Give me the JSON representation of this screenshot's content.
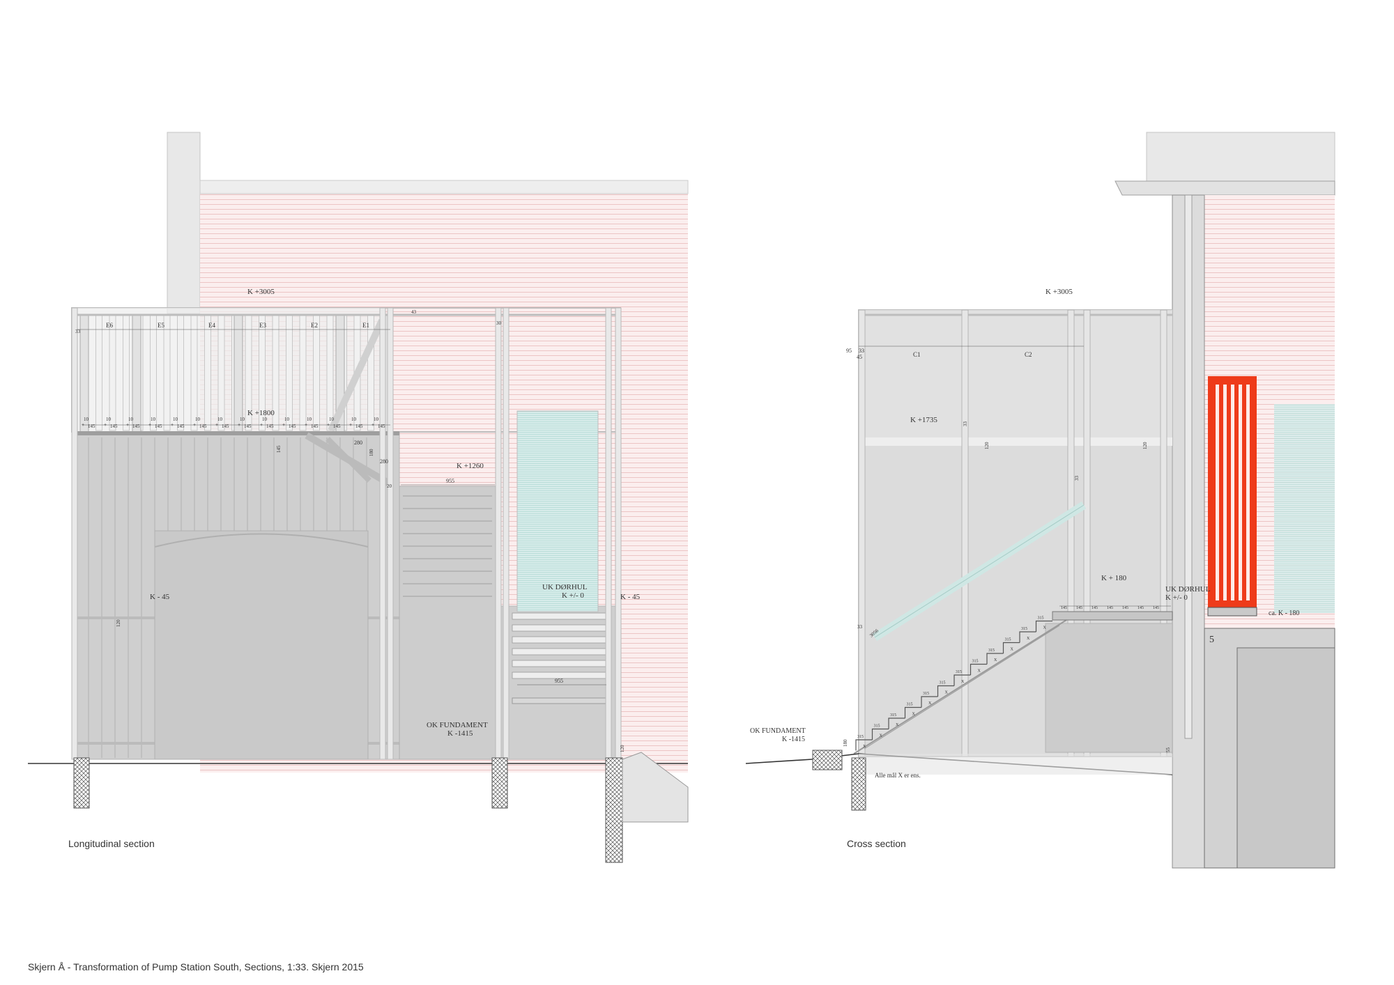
{
  "sheet_title": "Skjern Å - Transformation of Pump Station South, Sections, 1:33. Skjern 2015",
  "colors": {
    "paper": "#ffffff",
    "wall_fill": "#e6e6e6",
    "wall_stroke": "#bdbdbd",
    "lower_fill": "#cfcfcf",
    "mid_fill": "#dedede",
    "board_line": "#a9a9a9",
    "siding_bg": "#fbeeee",
    "siding_line": "#e6b2b2",
    "glass": "#d7ecea",
    "accent": "#ee3b1a",
    "ink": "#333333",
    "hatch": "#555555"
  },
  "longitudinal": {
    "caption": "Longitudinal section",
    "levels": {
      "top": "K +3005",
      "deck": "K +1800",
      "landing": "K +1260",
      "floor_left": "K - 45",
      "floor_right": "K - 45",
      "door": "UK DØRHUL",
      "door_level": "K +/- 0",
      "foundation": "OK FUNDAMENT",
      "foundation_level": "K -1415"
    },
    "bays": [
      "E6",
      "E5",
      "E4",
      "E3",
      "E2",
      "E1"
    ],
    "dims": {
      "gap": "10",
      "board": "145",
      "step_280a": "280",
      "step_280b": "280",
      "step_180": "180",
      "width_955a": "955",
      "width_955b": "955",
      "v120": "120",
      "v145": "145",
      "v20": "20",
      "v33": "33",
      "v30": "30",
      "v43": "43"
    }
  },
  "cross": {
    "caption": "Cross section",
    "levels": {
      "top": "K +3005",
      "mid": "K +1735",
      "landing": "K + 180",
      "door": "UK DØRHUL",
      "door_level": "K +/- 0",
      "terrain": "ca. K - 180",
      "foundation": "OK FUNDAMENT",
      "foundation_level": "K -1415"
    },
    "bays": [
      "C1",
      "C2"
    ],
    "dims": {
      "d95": "95",
      "d45": "45",
      "d33": "33",
      "d120": "120",
      "d180": "180",
      "d55": "55",
      "tread": "315",
      "riser": "X",
      "rail": "3056"
    },
    "note": "Alle mål X er ens.",
    "room_number": "5"
  }
}
